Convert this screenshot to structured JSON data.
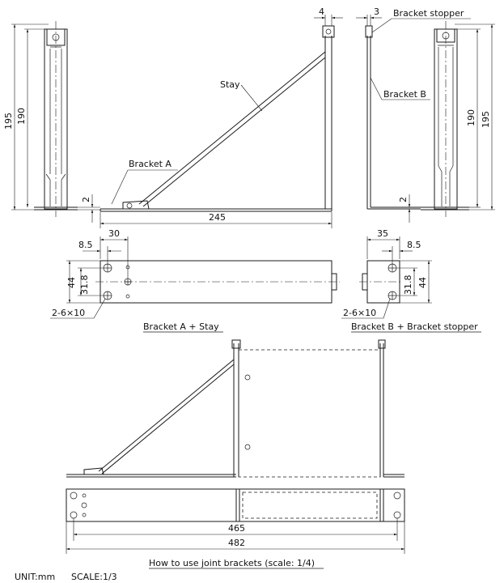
{
  "labels": {
    "stay": "Stay",
    "bracket_a": "Bracket A",
    "bracket_b": "Bracket B",
    "bracket_stopper": "Bracket stopper",
    "holes_left": "2-6×10",
    "holes_right": "2-6×10",
    "caption_left": "Bracket A + Stay",
    "caption_right": "Bracket B + Bracket stopper",
    "caption_bottom": "How to use joint brackets (scale: 1/4)",
    "unit": "UNIT:mm",
    "scale": "SCALE:1/3"
  },
  "dimensions": {
    "d195_left": "195",
    "d190_left": "190",
    "d2_left": "2",
    "d4": "4",
    "d3": "3",
    "d190_right": "190",
    "d195_right": "195",
    "d2_right": "2",
    "d245": "245",
    "d30": "30",
    "d8_5_left": "8.5",
    "d44_left": "44",
    "d31_8_left": "31.8",
    "d35": "35",
    "d8_5_right": "8.5",
    "d31_8_right": "31.8",
    "d44_right": "44",
    "d465": "465",
    "d482": "482"
  }
}
